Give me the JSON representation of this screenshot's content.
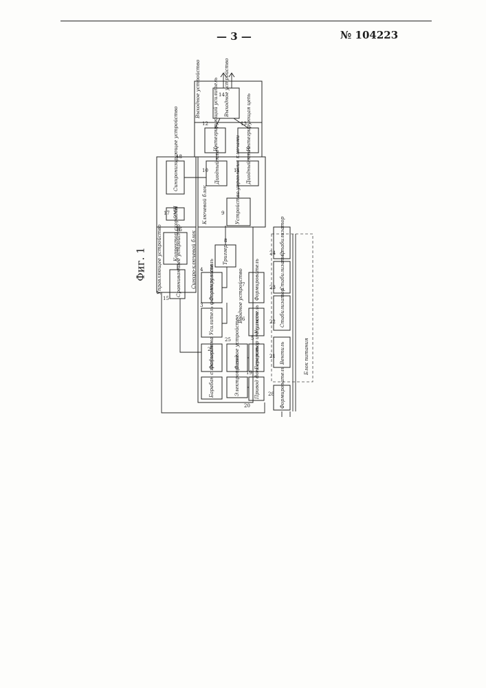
{
  "header": {
    "page_number": "— 3 —",
    "patent_number": "№ 104223"
  },
  "figure": {
    "label": "Фиг. 1"
  },
  "blocks": {
    "b1": {
      "num": "",
      "label": "Барабан с графиком"
    },
    "b2": {
      "num": "2",
      "label": "Фонограмма"
    },
    "b3": {
      "num": "3",
      "label": "Усилитель фотоимпульсов"
    },
    "b4": {
      "num": "4",
      "label": "Формирователь"
    },
    "b5": {
      "num": "5",
      "label": "Генератор импульсов"
    },
    "b6": {
      "num": "6",
      "label": "Усилитель"
    },
    "b7": {
      "num": "7",
      "label": "Формирователь"
    },
    "b8": {
      "num": "8",
      "label": "Триггер"
    },
    "b9": {
      "num": "9",
      "label": "Устройство управления ключами"
    },
    "b10": {
      "num": "10",
      "label": "Диодный ключ"
    },
    "b11": {
      "num": "11",
      "label": "Диодный ключ"
    },
    "b12": {
      "num": "12",
      "label": "Интегрирующий усилитель"
    },
    "b13": {
      "num": "13",
      "label": "Интегрирующая цепь"
    },
    "b14": {
      "num": "14",
      "label": "Выходное устройство"
    },
    "b15": {
      "num": "15",
      "label": "Сравнивающее устройство"
    },
    "b16": {
      "num": "16",
      "label": "Корректор скорости"
    },
    "b17": {
      "num": "17",
      "label": "ЭМН"
    },
    "b18": {
      "num": "18",
      "label": "Синхронизирующее устройство"
    },
    "b19": {
      "num": "19",
      "label": "Электропривод"
    },
    "b20": {
      "num": "20",
      "label": "Привод фонограммы"
    },
    "b21": {
      "num": "21",
      "label": "Вентиль"
    },
    "b22": {
      "num": "22",
      "label": "Стабилизатор"
    },
    "b23": {
      "num": "23",
      "label": "Стабилизатор"
    },
    "b24": {
      "num": "24",
      "label": "Стабилизатор"
    },
    "b25": {
      "num": "25",
      "label": "Фазовое устройство"
    },
    "b28": {
      "num": "28",
      "label": "Формирователь"
    }
  },
  "groups": {
    "control": "Управляющее устройство",
    "input": "Вводное устройство",
    "key_block": "Ключевой блок",
    "integrator": "Интегрирующий блок",
    "output": "Выходное устройство",
    "sync": "Синхро-ключевой блок",
    "power": "Блок питания"
  }
}
